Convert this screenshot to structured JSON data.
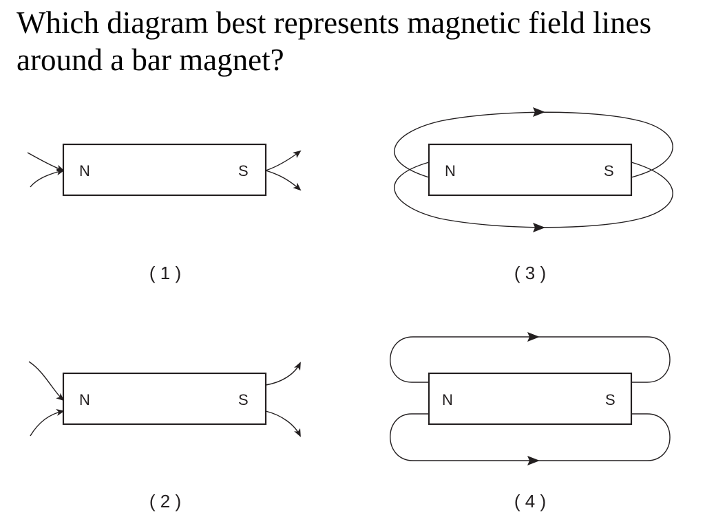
{
  "question": {
    "text": "Which diagram best represents magnetic field lines around a bar magnet?"
  },
  "diagrams": [
    {
      "caption": "( 1 )",
      "north_label": "N",
      "south_label": "S"
    },
    {
      "caption": "( 2 )",
      "north_label": "N",
      "south_label": "S"
    },
    {
      "caption": "( 3 )",
      "north_label": "N",
      "south_label": "S"
    },
    {
      "caption": "( 4 )",
      "north_label": "N",
      "south_label": "S"
    }
  ],
  "colors": {
    "ink": "#231f20",
    "background": "#ffffff"
  }
}
